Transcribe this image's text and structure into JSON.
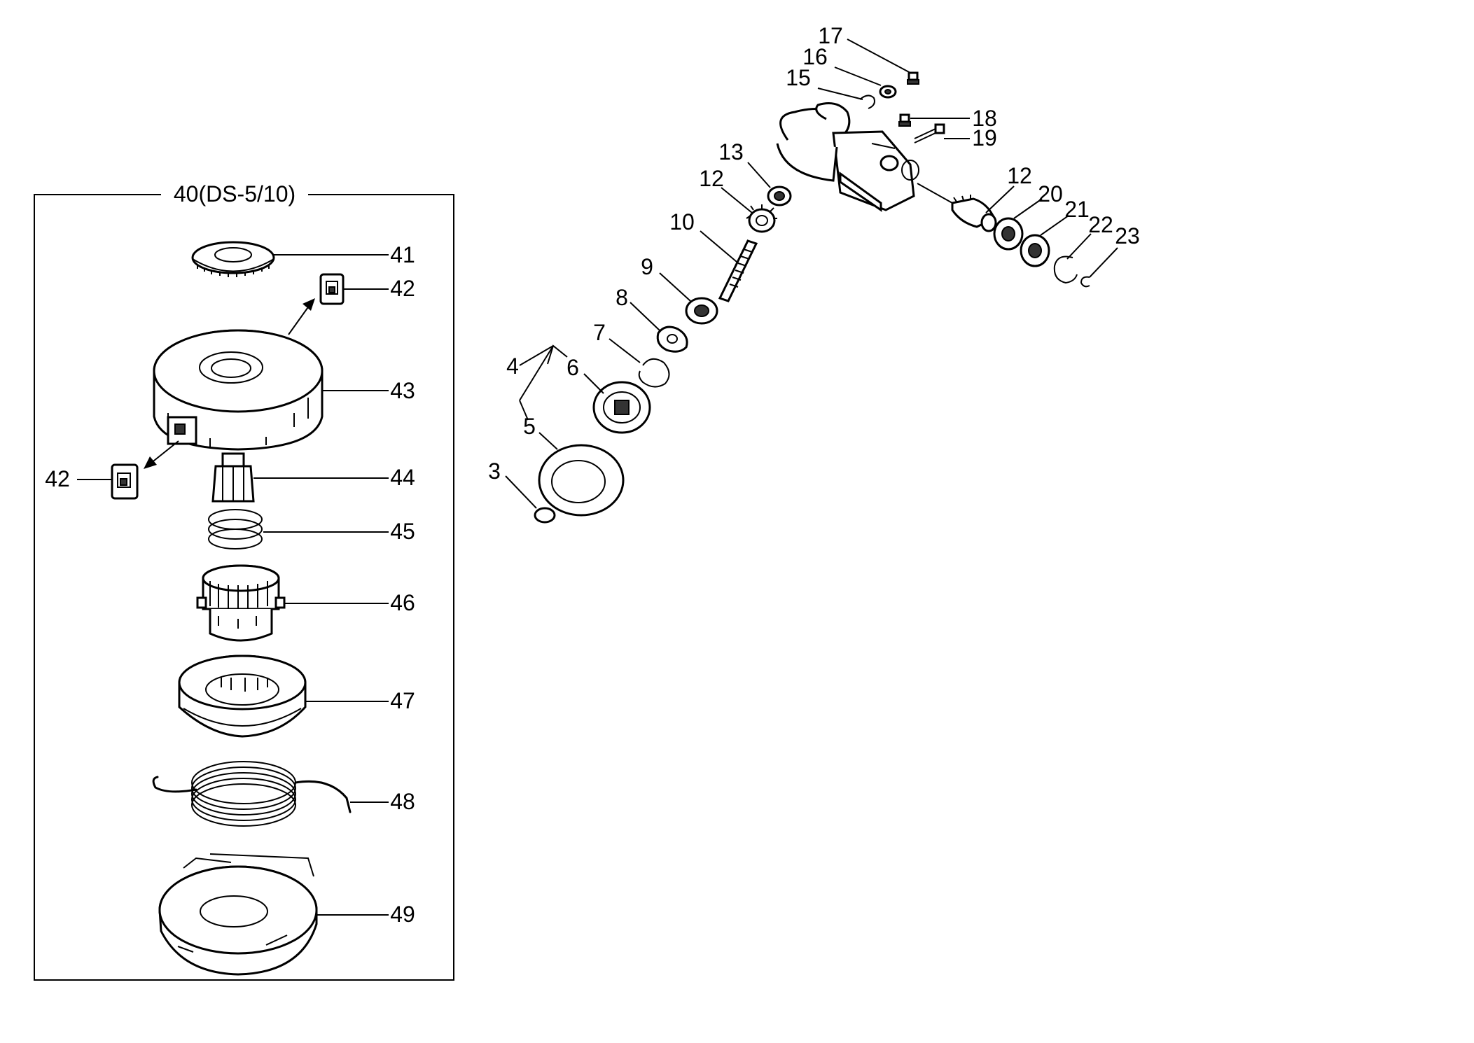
{
  "kit_box": {
    "label": "40(DS-5/10)"
  },
  "callouts": [
    {
      "id": "p17",
      "text": "17"
    },
    {
      "id": "p16",
      "text": "16"
    },
    {
      "id": "p15",
      "text": "15"
    },
    {
      "id": "p18",
      "text": "18"
    },
    {
      "id": "p19",
      "text": "19"
    },
    {
      "id": "p13",
      "text": "13"
    },
    {
      "id": "p12a",
      "text": "12"
    },
    {
      "id": "p10",
      "text": "10"
    },
    {
      "id": "p9",
      "text": "9"
    },
    {
      "id": "p8",
      "text": "8"
    },
    {
      "id": "p7",
      "text": "7"
    },
    {
      "id": "p4",
      "text": "4"
    },
    {
      "id": "p6",
      "text": "6"
    },
    {
      "id": "p5",
      "text": "5"
    },
    {
      "id": "p3",
      "text": "3"
    },
    {
      "id": "p12b",
      "text": "12"
    },
    {
      "id": "p20",
      "text": "20"
    },
    {
      "id": "p21",
      "text": "21"
    },
    {
      "id": "p22",
      "text": "22"
    },
    {
      "id": "p23",
      "text": "23"
    },
    {
      "id": "p41",
      "text": "41"
    },
    {
      "id": "p42a",
      "text": "42"
    },
    {
      "id": "p43",
      "text": "43"
    },
    {
      "id": "p42b",
      "text": "42"
    },
    {
      "id": "p44",
      "text": "44"
    },
    {
      "id": "p45",
      "text": "45"
    },
    {
      "id": "p46",
      "text": "46"
    },
    {
      "id": "p47",
      "text": "47"
    },
    {
      "id": "p48",
      "text": "48"
    },
    {
      "id": "p49",
      "text": "49"
    }
  ]
}
